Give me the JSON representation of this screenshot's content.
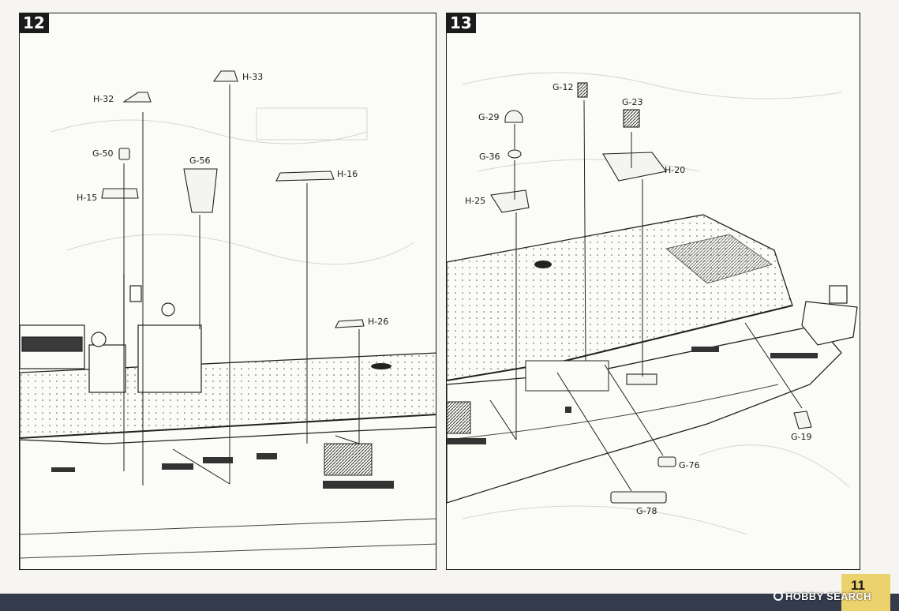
{
  "page": {
    "number": "11",
    "watermark": "HOBBY SEARCH"
  },
  "step_12": {
    "number": "12",
    "parts": [
      "H-32",
      "H-33",
      "G-50",
      "G-56",
      "H-16",
      "H-15",
      "H-26"
    ]
  },
  "step_13": {
    "number": "13",
    "parts": [
      "G-12",
      "G-23",
      "G-29",
      "G-36",
      "H-20",
      "H-25",
      "G-19",
      "G-76",
      "G-78"
    ]
  },
  "colors": {
    "page_tab": "#ecd26c",
    "bottom_band": "#343b4c",
    "ink": "#1a1a1a"
  }
}
